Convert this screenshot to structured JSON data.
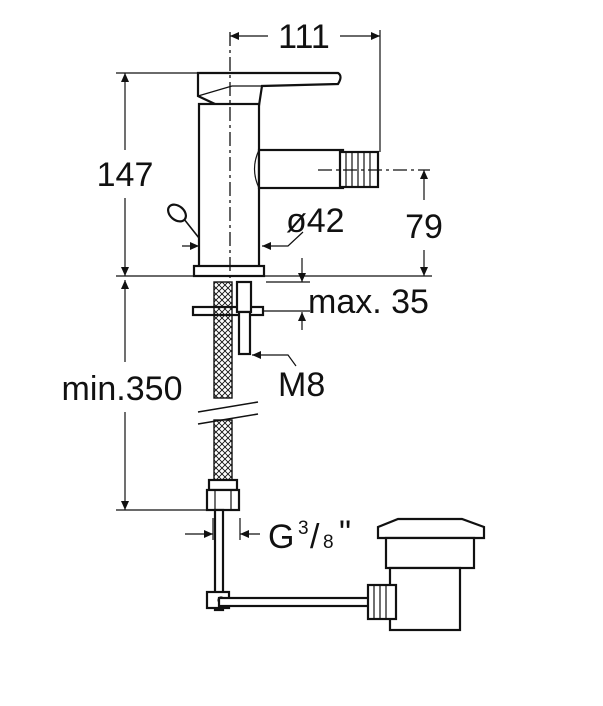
{
  "dimensions": {
    "width_top": "111",
    "height_tap": "147",
    "diameter": "ø42",
    "spout_height": "79",
    "max_thickness": "max. 35",
    "min_hose": "min.350",
    "thread_m": "M8",
    "connector_base": "G",
    "connector_num": "3",
    "connector_sep": "/",
    "connector_den": "8",
    "connector_mark": "\""
  }
}
